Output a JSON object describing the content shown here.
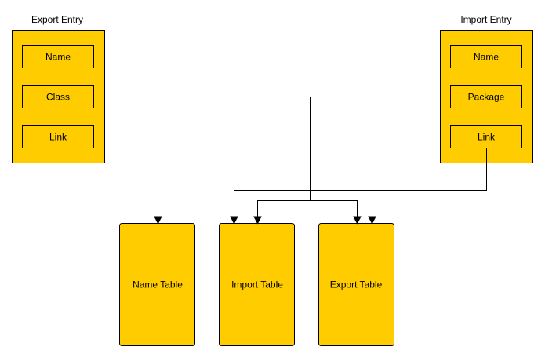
{
  "export_entry": {
    "title": "Export Entry",
    "fields": [
      "Name",
      "Class",
      "Link"
    ]
  },
  "import_entry": {
    "title": "Import Entry",
    "fields": [
      "Name",
      "Package",
      "Link"
    ]
  },
  "tables": {
    "name_table": "Name Table",
    "import_table": "Import Table",
    "export_table": "Export Table"
  },
  "colors": {
    "fill": "#FFCC00",
    "stroke": "#000000"
  }
}
